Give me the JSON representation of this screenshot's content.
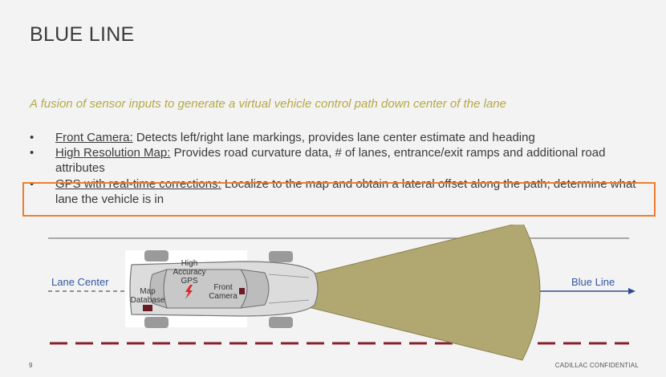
{
  "slide": {
    "title": "BLUE LINE",
    "subtitle": "A fusion of sensor inputs to generate a virtual vehicle control path down  center of the lane",
    "bullets": [
      {
        "term": "Front Camera:",
        "text": " Detects left/right lane markings, provides lane center estimate and heading"
      },
      {
        "term": "High Resolution Map:",
        "text": " Provides road curvature data, # of lanes, entrance/exit ramps and additional road attributes"
      },
      {
        "term": "GPS with real-time corrections:",
        "text": " Localize to the map and obtain a lateral offset along the path; determine what lane the vehicle is in"
      }
    ],
    "bullet_glyph": "•"
  },
  "diagram": {
    "lane_center_label": "Lane Center",
    "blue_line_label": "Blue Line",
    "gps_label_lines": [
      "High",
      "Accuracy",
      "GPS"
    ],
    "map_label_lines": [
      "Map",
      "Database"
    ],
    "camera_label_lines": [
      "Front",
      "Camera"
    ],
    "gps_icon": "lightning-bolt-icon",
    "colors": {
      "cone": "#b1a771",
      "cone_edge": "#8e8450",
      "lane_dash": "#8b1e2b",
      "blue_line": "#2e4c8f",
      "label_blue": "#3158a3",
      "highlight": "#ee7d31",
      "subtitle": "#b5a845",
      "gps_bolt": "#d9262c"
    }
  },
  "footer": {
    "page_number": "9",
    "confidential": "CADILLAC CONFIDENTIAL"
  }
}
